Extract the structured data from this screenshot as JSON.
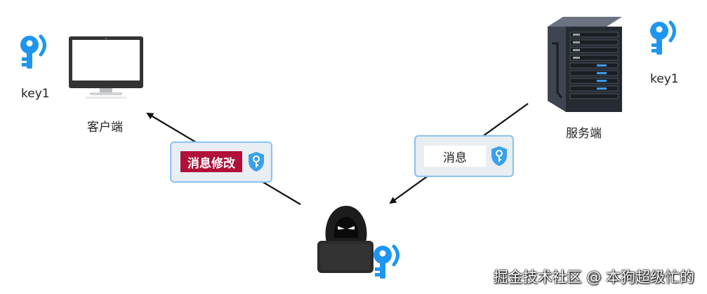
{
  "client": {
    "label": "客户端",
    "key_label": "key1"
  },
  "server": {
    "label": "服务端",
    "key_label": "key1"
  },
  "messages": {
    "original": "消息",
    "modified": "消息修改"
  },
  "colors": {
    "key_blue": "#1e96f0",
    "shield_blue": "#3aa0ea",
    "modified_bg": "#b0103a",
    "box_border": "#8ec3ef"
  },
  "watermark": "掘金技术社区 @ 本狗超级忙的"
}
